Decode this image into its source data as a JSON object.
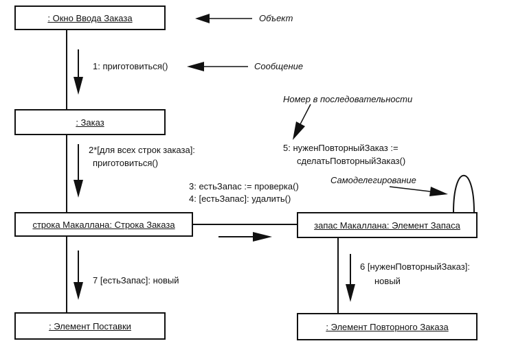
{
  "objects": {
    "order_entry_window": ": Окно Ввода Заказа",
    "order": ": Заказ",
    "macallan_line": "строка Макаллана: Строка Заказа",
    "macallan_stock": "запас Макаллана: Элемент Запаса",
    "delivery_item": ": Элемент Поставки",
    "reorder_item": ": Элемент Повторного Заказа"
  },
  "messages": {
    "m1": "1: приготовиться()",
    "m2_line1": "2*[для всех строк заказа]:",
    "m2_line2": "приготовиться()",
    "m3": "3: естьЗапас := проверка()",
    "m4": "4: [естьЗапас]: удалить()",
    "m5_line1": "5: нуженПовторныйЗаказ :=",
    "m5_line2": "сделатьПовторныйЗаказ()",
    "m6_line1": "6 [нуженПовторныйЗаказ]:",
    "m6_line2": "новый",
    "m7": "7 [естьЗапас]: новый"
  },
  "annotations": {
    "object": "Объект",
    "message": "Сообщение",
    "sequence_number": "Номер в последовательности",
    "self_delegation": "Самоделегирование"
  }
}
